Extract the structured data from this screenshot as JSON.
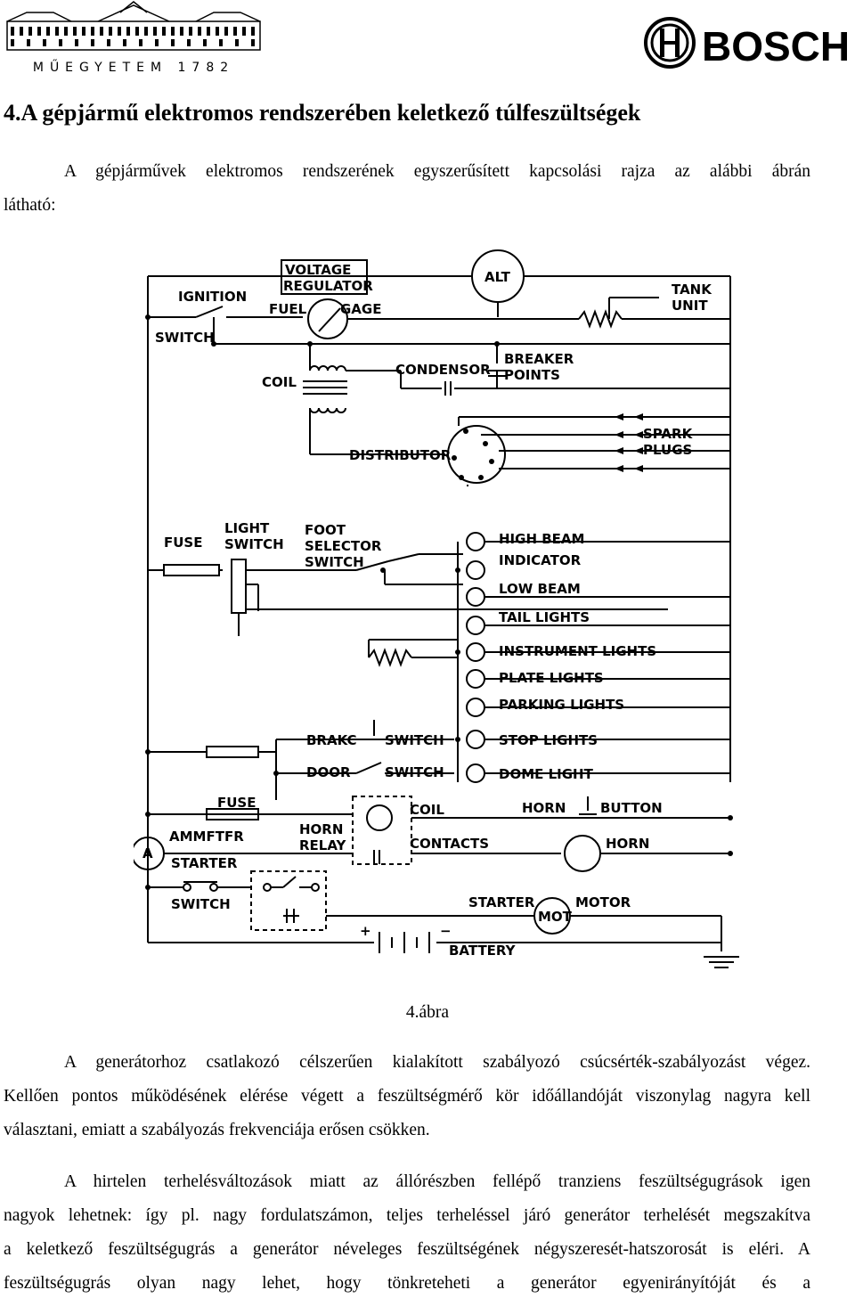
{
  "header": {
    "university_logo_text": "MŰEGYETEM 1782",
    "brand_logo_text": "BOSCH"
  },
  "document": {
    "title": "4.A gépjármű elektromos rendszerében keletkező túlfeszültségek",
    "intro_line1": "A gépjárművek elektromos rendszerének egyszerűsített kapcsolási rajza az alábbi ábrán",
    "intro_line2": "látható:",
    "figure_caption": "4.ábra",
    "para1_line1": "A generátorhoz csatlakozó célszerűen kialakított szabályozó csúcsérték-szabályozást végez.",
    "para1_line2": "Kellően pontos működésének elérése végett a feszültségmérő kör időállandóját viszonylag nagyra kell",
    "para1_line3": "választani, emiatt a szabályozás frekvenciája erősen csökken.",
    "para2_line1": "A hirtelen terhelésváltozások miatt az állórészben fellépő tranziens feszültségugrások igen",
    "para2_line2": "nagyok lehetnek: így pl. nagy fordulatszámon, teljes terheléssel járó generátor terhelését megszakítva",
    "para2_line3": "a keletkező feszültségugrás a generátor néveleges feszültségének négyszeresét-hatszorosát is eléri. A",
    "para2_line4": "feszültségugrás olyan nagy lehet, hogy tönkreteheti a generátor egyenirányítóját és a"
  },
  "diagram_labels": {
    "voltage": "VOLTAGE",
    "regulator": "REGULATOR",
    "alt": "ALT",
    "tank": "TANK",
    "unit": "UNIT",
    "ignition": "IGNITION",
    "switch": "SWITCH",
    "fuel": "FUEL",
    "gage": "GAGE",
    "coil": "COIL",
    "condensor": "CONDENSOR",
    "breaker": "BREAKER",
    "points": "POINTS",
    "distributor": "DISTRIBUTOR",
    "spark": "SPARK",
    "plugs": "PLUGS",
    "fuse": "FUSE",
    "light": "LIGHT",
    "light_switch": "SWITCH",
    "foot": "FOOT",
    "selector": "SELECTOR",
    "selector_switch": "SWITCH",
    "high_beam": "HIGH BEAM",
    "indicator": "INDICATOR",
    "low_beam": "LOW BEAM",
    "tail_lights": "TAIL LIGHTS",
    "instrument_lights": "INSTRUMENT LIGHTS",
    "plate_lights": "PLATE LIGHTS",
    "parking_lights": "PARKING LIGHTS",
    "brake": "BRAKC",
    "brake_switch": "SWITCH",
    "stop_lights": "STOP LIGHTS",
    "door": "DOOR",
    "door_switch": "SWITCH",
    "dome_light": "DOME LIGHT",
    "fuse2": "FUSE",
    "horn_relay_coil": "COIL",
    "horn": "HORN",
    "button": "BUTTON",
    "ammeter": "AMMFTFR",
    "a": "A",
    "horn_relay_1": "HORN",
    "horn_relay_2": "RELAY",
    "contacts": "CONTACTS",
    "horn2": "HORN",
    "starter": "STARTER",
    "starter_switch": "SWITCH",
    "starter2": "STARTER",
    "mot": "MOT",
    "motor": "MOTOR",
    "plus": "+",
    "minus": "−",
    "battery": "BATTERY"
  }
}
